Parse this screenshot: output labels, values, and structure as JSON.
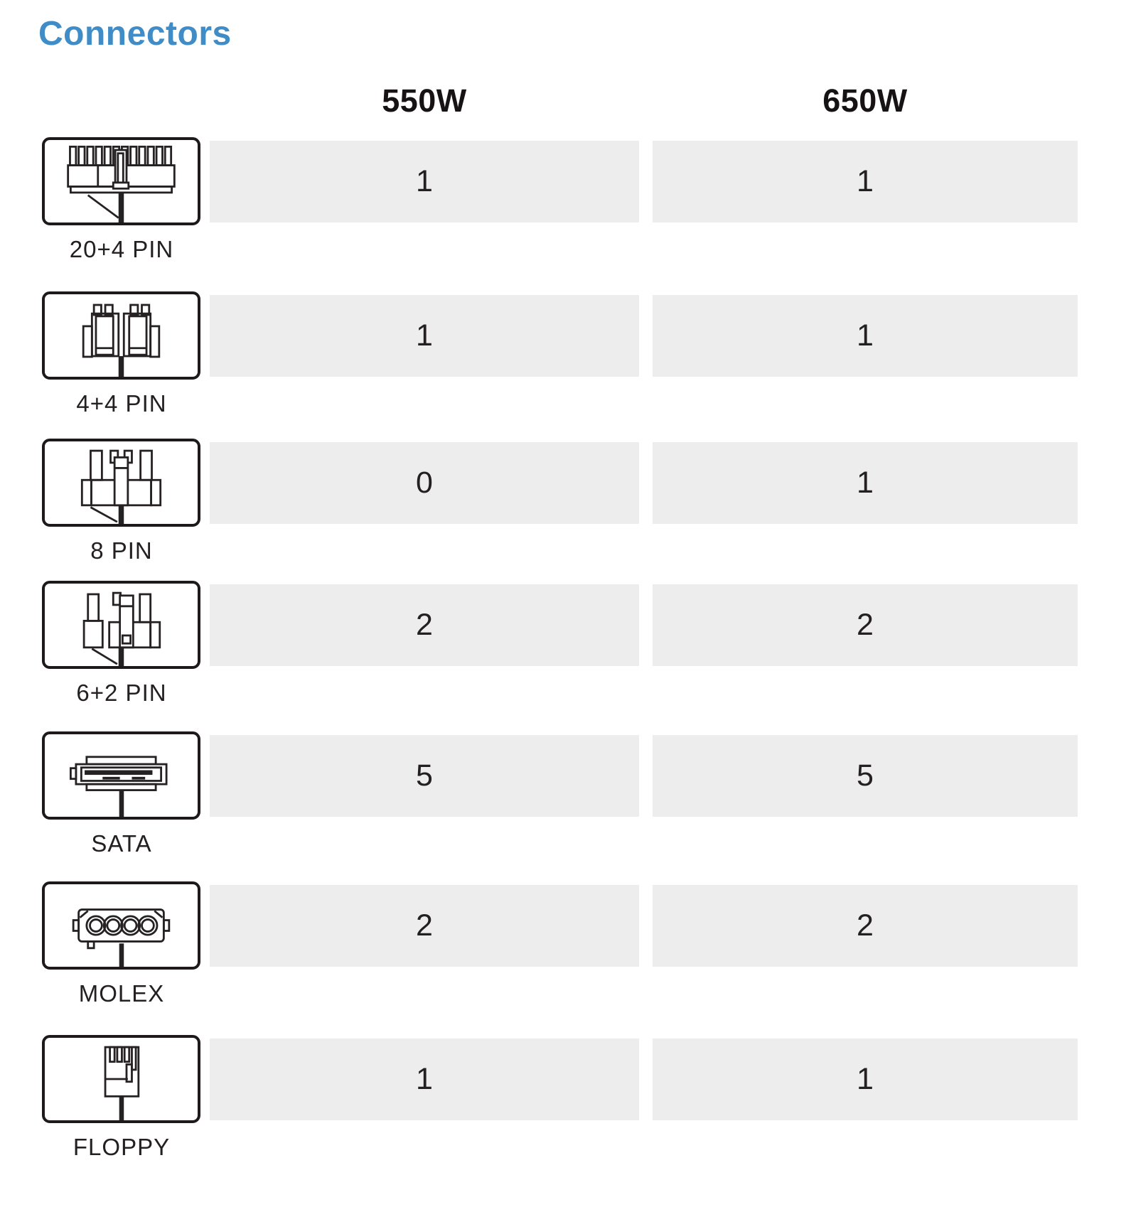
{
  "title": "Connectors",
  "colors": {
    "accent_blue": "#3f8cc6",
    "cell_gray": "#ededee",
    "text_dark": "#231f20",
    "line_art": "#262122"
  },
  "table": {
    "columns": [
      "550W",
      "650W"
    ],
    "rows": [
      {
        "label": "20+4 PIN",
        "icon": "atx-20plus4-pin-icon",
        "values": [
          "1",
          "1"
        ]
      },
      {
        "label": "4+4 PIN",
        "icon": "cpu-4plus4-pin-icon",
        "values": [
          "1",
          "1"
        ]
      },
      {
        "label": "8 PIN",
        "icon": "cpu-8-pin-icon",
        "values": [
          "0",
          "1"
        ]
      },
      {
        "label": "6+2 PIN",
        "icon": "pcie-6plus2-pin-icon",
        "values": [
          "2",
          "2"
        ]
      },
      {
        "label": "SATA",
        "icon": "sata-connector-icon",
        "values": [
          "5",
          "5"
        ]
      },
      {
        "label": "MOLEX",
        "icon": "molex-connector-icon",
        "values": [
          "2",
          "2"
        ]
      },
      {
        "label": "FLOPPY",
        "icon": "floppy-connector-icon",
        "values": [
          "1",
          "1"
        ]
      }
    ]
  }
}
